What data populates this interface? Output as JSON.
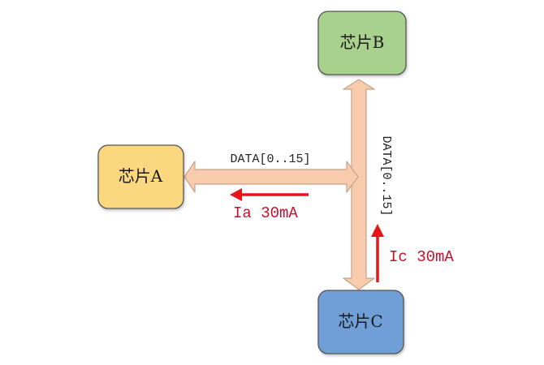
{
  "chips": {
    "a": {
      "label": "芯片A",
      "color": "#fbd87f"
    },
    "b": {
      "label": "芯片B",
      "color": "#a9d18e"
    },
    "c": {
      "label": "芯片C",
      "color": "#6f9fd8"
    }
  },
  "bus": {
    "horizontal_label": "DATA[0..15]",
    "vertical_label": "DATA[0..15]",
    "fill_color": "#f8cbad",
    "stroke_color": "#c5a48a"
  },
  "currents": {
    "ia": {
      "label": "Ia 30mA"
    },
    "ic": {
      "label": "Ic 30mA"
    },
    "color": "#e8141a"
  }
}
